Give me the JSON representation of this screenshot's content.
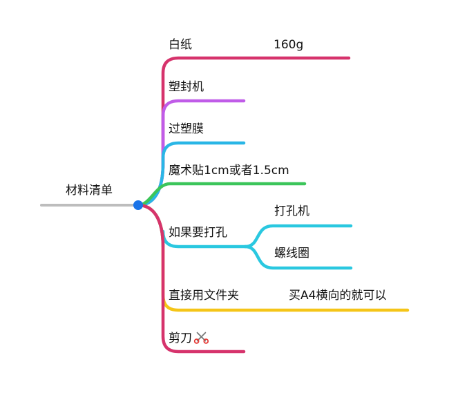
{
  "root": {
    "label": "材料清单",
    "color": "#bdbdbd",
    "hub_color": "#1a73e8"
  },
  "branches": [
    {
      "label": "白纸",
      "note": "160g",
      "color": "#d6336c"
    },
    {
      "label": "塑封机",
      "color": "#c05ce8"
    },
    {
      "label": "过塑膜",
      "color": "#29b6e6"
    },
    {
      "label": "魔术贴1cm或者1.5cm",
      "color": "#3cc55a"
    },
    {
      "label": "如果要打孔",
      "color": "#2ac8e0",
      "children": [
        {
          "label": "打孔机"
        },
        {
          "label": "螺线圈"
        }
      ]
    },
    {
      "label": "直接用文件夹",
      "note": "买A4横向的就可以",
      "color": "#f5c518"
    },
    {
      "label": "剪刀",
      "icon": "scissors-icon",
      "color": "#d6336c"
    }
  ]
}
